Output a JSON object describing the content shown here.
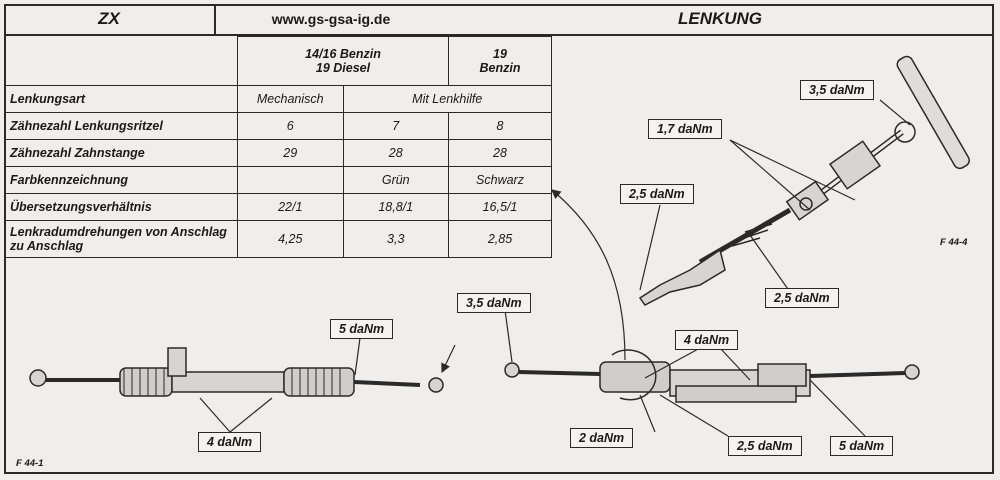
{
  "header": {
    "model": "ZX",
    "url": "www.gs-gsa-ig.de",
    "title": "LENKUNG"
  },
  "table": {
    "column_headers": [
      "14/16 Benzin\n19 Diesel",
      "19\nBenzin"
    ],
    "rows": [
      {
        "label": "Lenkungsart",
        "values": [
          "Mechanisch",
          "Mit Lenkhilfe"
        ]
      },
      {
        "label": "Zähnezahl Lenkungsritzel",
        "values": [
          "6",
          "7",
          "8"
        ]
      },
      {
        "label": "Zähnezahl Zahnstange",
        "values": [
          "29",
          "28",
          "28"
        ]
      },
      {
        "label": "Farbkennzeichnung",
        "values": [
          "",
          "Grün",
          "Schwarz"
        ]
      },
      {
        "label": "Übersetzungsverhältnis",
        "values": [
          "22/1",
          "18,8/1",
          "16,5/1"
        ]
      },
      {
        "label": "Lenkradumdrehungen von Anschlag zu Anschlag",
        "values": [
          "4,25",
          "3,3",
          "2,85"
        ]
      }
    ]
  },
  "figure_labels": {
    "f1": "F 44-1",
    "f4": "F 44-4"
  },
  "torques": {
    "t_35_top": "3,5 daNm",
    "t_17": "1,7 daNm",
    "t_25_left": "2,5 daNm",
    "t_25_right": "2,5 daNm",
    "t_35_mid": "3,5 daNm",
    "t_5_left": "5 daNm",
    "t_4_left": "4 daNm",
    "t_4_right": "4 daNm",
    "t_2": "2 daNm",
    "t_25_bottom": "2,5 daNm",
    "t_5_right": "5 daNm"
  },
  "colors": {
    "line": "#2a2a2a",
    "paper": "#efeeec"
  }
}
